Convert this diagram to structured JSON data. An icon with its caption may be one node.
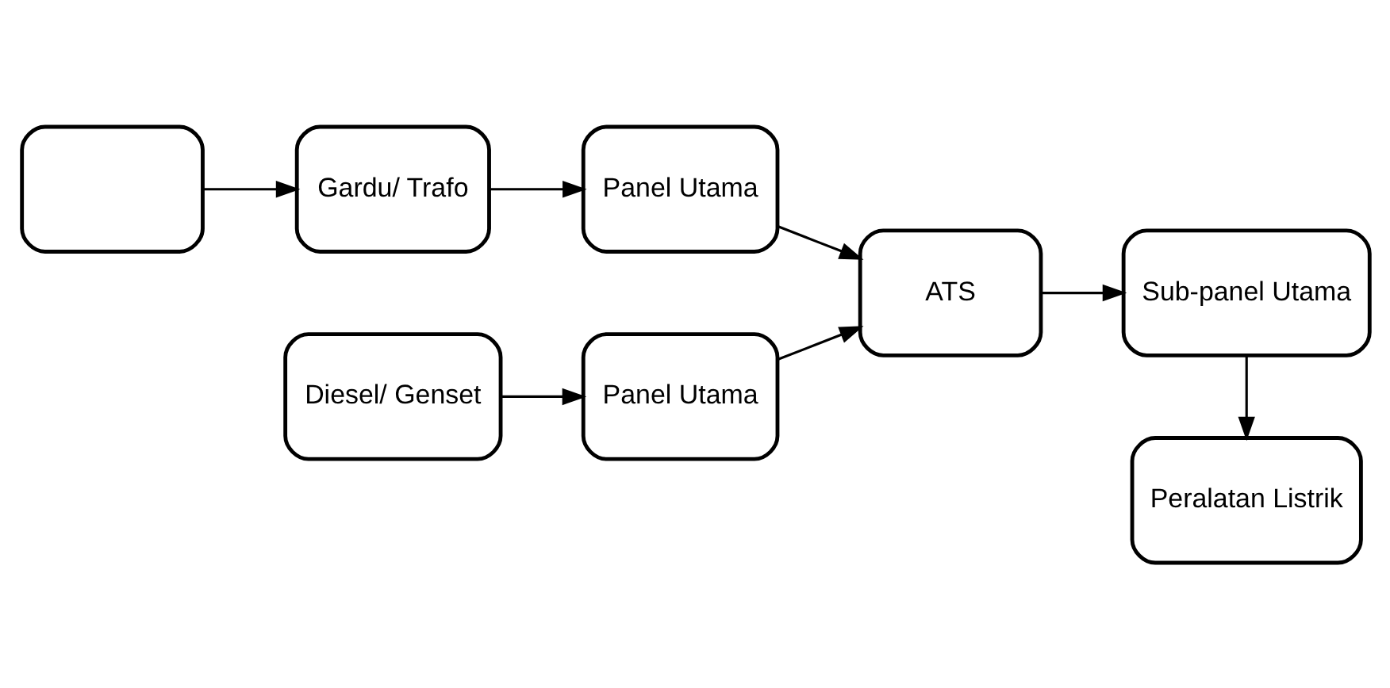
{
  "diagram": {
    "nodes": [
      {
        "text": [],
        "shape": "box"
      },
      {
        "text": [
          "Gardu/ Trafo"
        ]
      },
      {
        "text": [
          "Panel Utama"
        ]
      },
      {
        "text": [
          "Peralatan Listrik"
        ]
      },
      {
        "text": [
          "ATS"
        ]
      },
      {
        "text": [
          "Sub-panel Utama"
        ]
      },
      {
        "text": [
          "Diesel/ Genset"
        ]
      },
      {
        "text": [
          "Panel Utama"
        ]
      }
    ],
    "edges": [
      {
        "from": 0,
        "to": 1,
        "arrow": "to"
      },
      {
        "from": 1,
        "to": 2,
        "arrow": "to"
      },
      {
        "from": 2,
        "to": 4,
        "arrow": "to"
      },
      {
        "from": 4,
        "to": 5,
        "arrow": "to"
      },
      {
        "from": 5,
        "to": 3,
        "arrow": "to"
      },
      {
        "from": 6,
        "to": 7,
        "arrow": "to"
      },
      {
        "from": 7,
        "to": 4,
        "arrow": "to"
      }
    ]
  }
}
